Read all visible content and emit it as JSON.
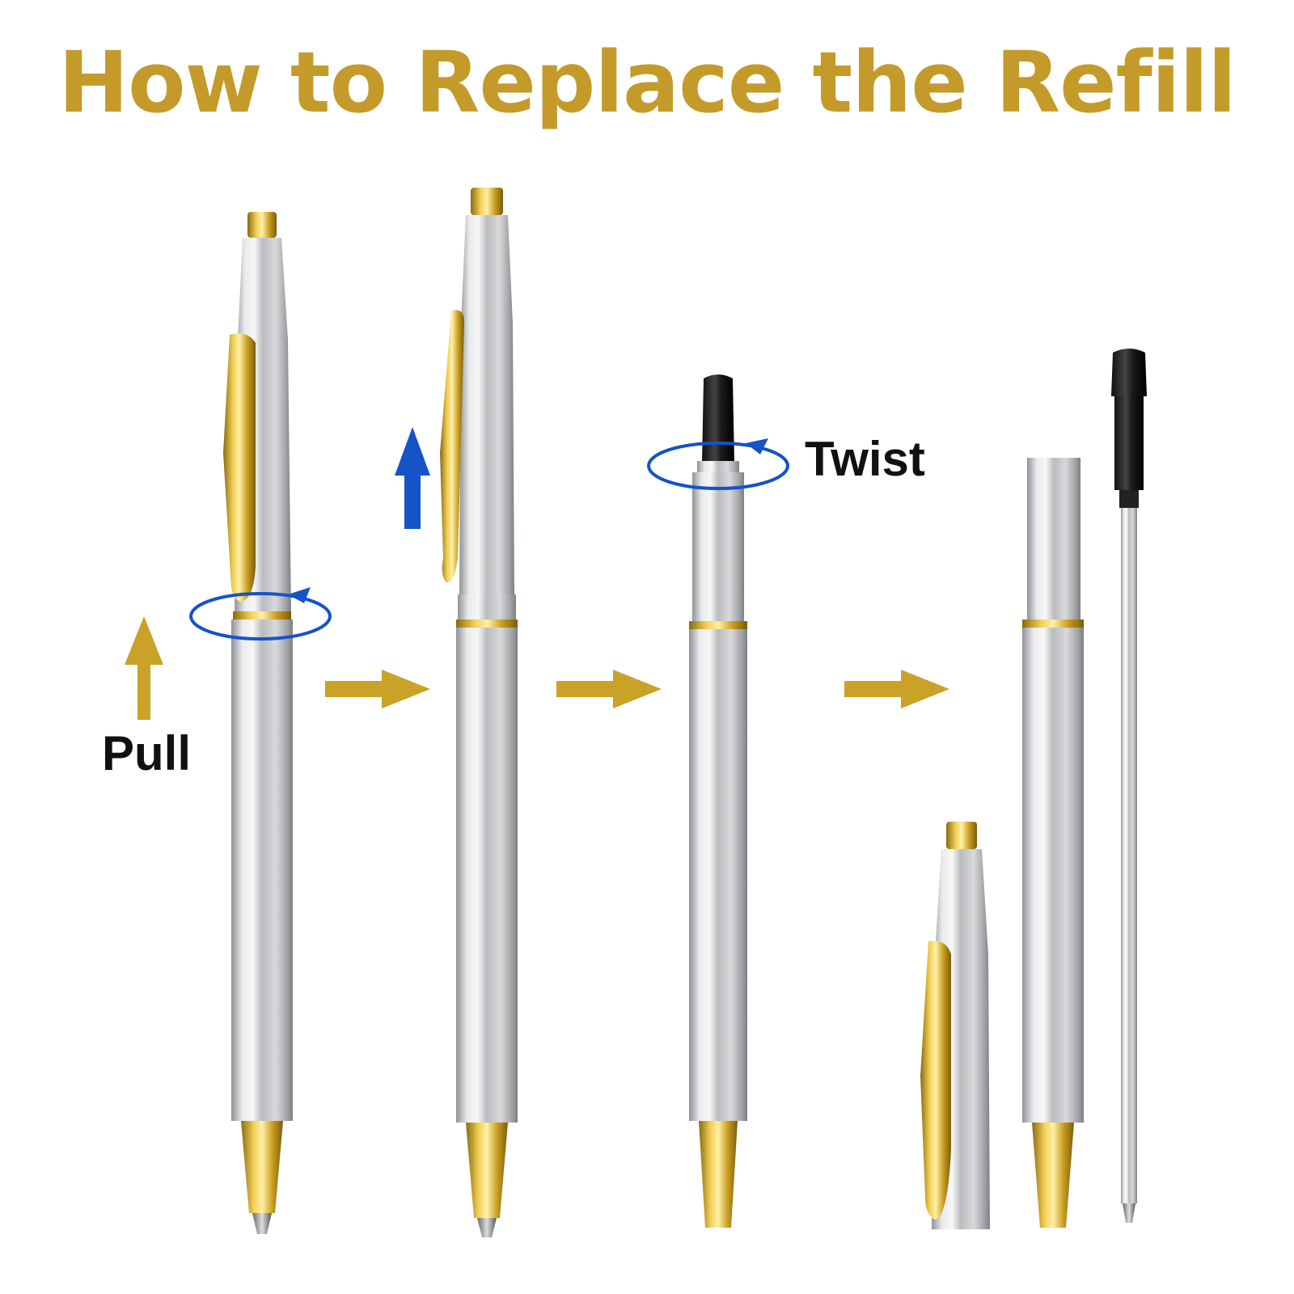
{
  "title": "How to Replace the Refill",
  "steps": {
    "pull_label": "Pull",
    "twist_label": "Twist"
  },
  "colors": {
    "gold": "#c9a227",
    "silver": "#c4c6c9",
    "blue": "#1553c7",
    "text": "#111111"
  },
  "icons": [
    "up-arrow-icon",
    "rotate-arrow-icon",
    "right-arrow-icon"
  ]
}
